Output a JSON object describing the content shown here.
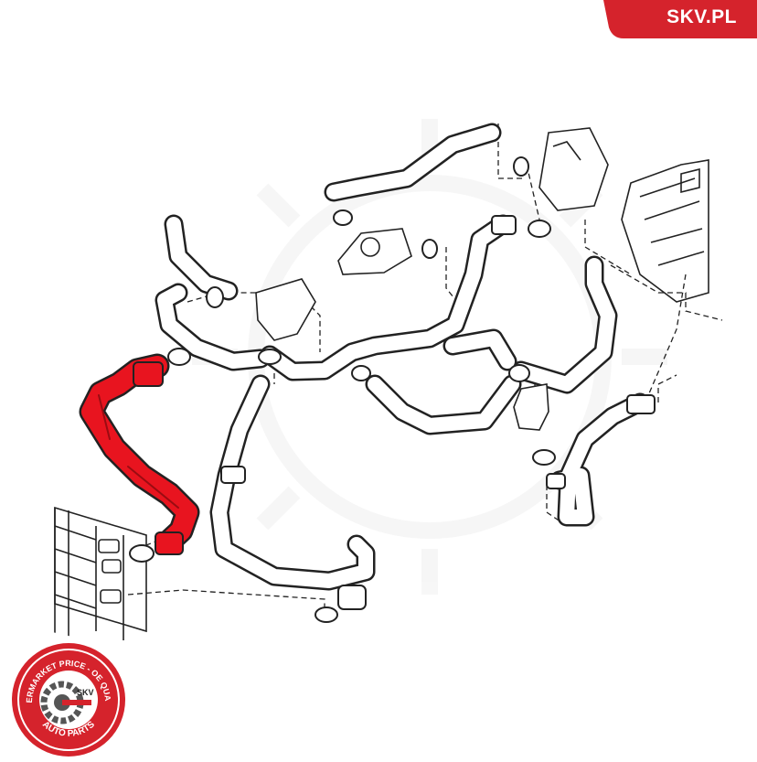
{
  "brand": {
    "site": "SKV.PL",
    "accent_color": "#d5232c",
    "hose_highlight_color": "#e8141f"
  },
  "seal": {
    "ring_text": "AFTERMARKET PRICE - OE QUALITY",
    "center_text": "SKV",
    "bottom_text": "AUTO PARTS",
    "icon": "gear-wrench-icon"
  },
  "diagram": {
    "highlighted_part": "radiator-coolant-hose-icon"
  }
}
